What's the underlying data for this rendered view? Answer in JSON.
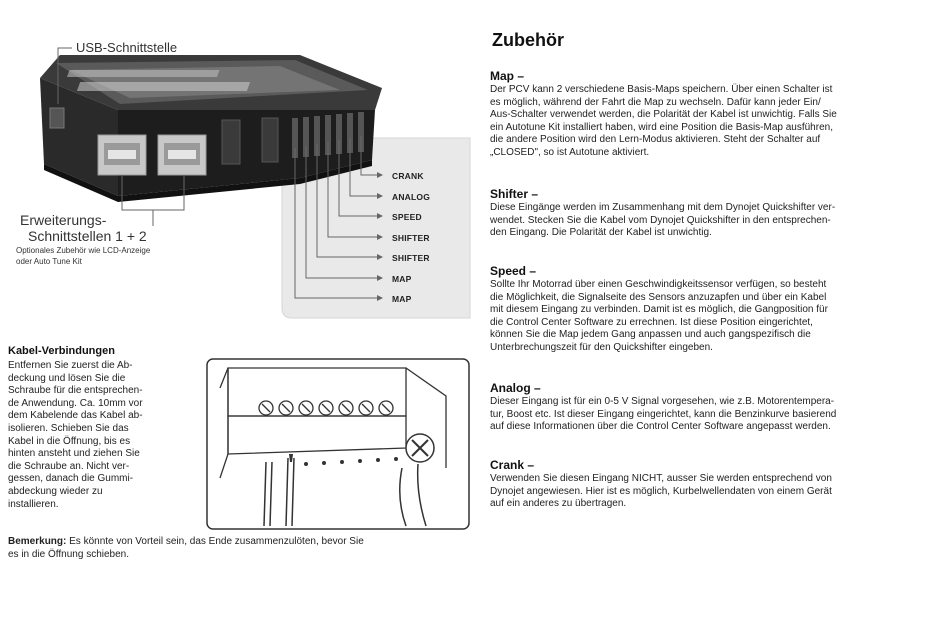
{
  "diagram": {
    "usb_label": "USB-Schnittstelle",
    "expansion_label_line1": "Erweiterungs-",
    "expansion_label_line2": "Schnittstellen 1 + 2",
    "expansion_note_line1": "Optionales Zubehör wie LCD-Anzeige",
    "expansion_note_line2": "oder Auto Tune Kit",
    "pins": [
      "CRANK",
      "ANALOG",
      "SPEED",
      "SHIFTER",
      "SHIFTER",
      "MAP",
      "MAP"
    ]
  },
  "left": {
    "title": "Kabel-Verbindungen",
    "body_lines": [
      "Entfernen Sie zuerst die Ab-",
      "deckung und lösen Sie die",
      "Schraube für die entsprechen-",
      "de Anwendung. Ca. 10mm vor",
      "dem Kabelende das Kabel ab-",
      "isolieren. Schieben Sie das",
      "Kabel in die Öffnung, bis es",
      "hinten ansteht und ziehen Sie",
      "die Schraube an. Nicht ver-",
      "gessen, danach die  Gummi-",
      "abdeckung wieder zu",
      "installieren."
    ],
    "note_label": "Bemerkung:",
    "note_line1": " Es könnte von Vorteil sein, das Ende zusammenzulöten, bevor Sie",
    "note_line2": "es in die Öffnung schieben."
  },
  "right": {
    "heading": "Zubehör",
    "sections": [
      {
        "title": "Map –",
        "lines": [
          "Der PCV kann 2 verschiedene Basis-Maps speichern. Über einen Schalter ist",
          "es möglich, während der Fahrt die Map zu wechseln. Dafür kann jeder Ein/",
          "Aus-Schalter verwendet werden, die Polarität der Kabel ist unwichtig. Falls Sie",
          "ein Autotune Kit installiert haben, wird eine Position die Basis-Map ausführen,",
          "die andere Position wird den Lern-Modus aktivieren. Steht der Schalter auf",
          "„CLOSED\", so ist Autotune aktiviert."
        ]
      },
      {
        "title": "Shifter –",
        "lines": [
          "Diese Eingänge werden im Zusammenhang mit dem Dynojet Quickshifter ver-",
          "wendet. Stecken Sie die Kabel vom Dynojet Quickshifter in den entsprechen-",
          "den Eingang. Die Polarität der Kabel ist unwichtig."
        ]
      },
      {
        "title": "Speed –",
        "lines": [
          "Sollte Ihr Motorrad über einen Geschwindigkeitssensor verfügen, so besteht",
          "die Möglichkeit, die Signalseite des Sensors anzuzapfen und über ein Kabel",
          "mit diesem Eingang zu verbinden. Damit ist es möglich, die Gangposition für",
          "die Control Center Software zu errechnen. Ist diese Position eingerichtet,",
          "können Sie die Map jedem Gang anpassen und auch gangspezifisch die",
          "Unterbrechungszeit für den Quickshifter eingeben."
        ]
      },
      {
        "title": "Analog –",
        "lines": [
          "Dieser Eingang ist für ein 0-5 V Signal vorgesehen, wie z.B. Motorentempera-",
          "tur, Boost etc. Ist dieser Eingang eingerichtet, kann die Benzinkurve basierend",
          "auf diese Informationen über die Control Center Software angepasst werden."
        ]
      },
      {
        "title": "Crank –",
        "lines": [
          "Verwenden Sie diesen Eingang NICHT, ausser Sie werden entsprechend von",
          "Dynojet angewiesen. Hier ist es möglich, Kurbelwellendaten von einem Gerät",
          "auf ein anderes zu übertragen."
        ]
      }
    ]
  }
}
